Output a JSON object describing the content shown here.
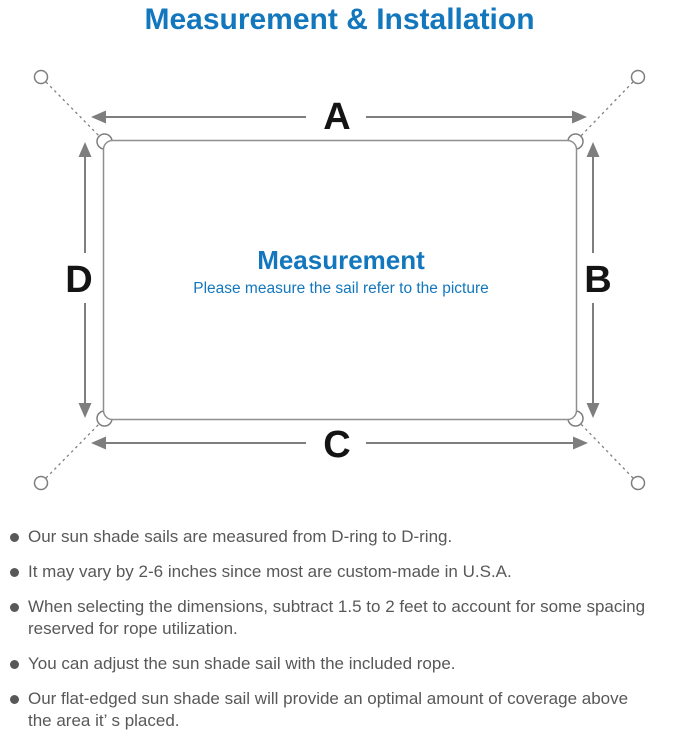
{
  "title": "Measurement & Installation",
  "colors": {
    "accent_blue": "#1377bd",
    "line_gray": "#7e7e7e",
    "sail_outline_gray": "#8f8f8f",
    "label_black": "#141414",
    "note_gray": "#585858"
  },
  "diagram": {
    "edge_labels": {
      "top": "A",
      "right": "B",
      "bottom": "C",
      "left": "D"
    },
    "center": {
      "title": "Measurement",
      "subtitle": "Please measure the sail refer to the picture"
    }
  },
  "notes": [
    {
      "lines": [
        "Our sun shade sails are measured from D-ring to D-ring."
      ]
    },
    {
      "lines": [
        "It may vary by 2-6 inches since most are custom-made in U.S.A."
      ]
    },
    {
      "lines": [
        "When selecting the dimensions, subtract 1.5 to 2 feet to account for some spacing",
        "reserved for rope utilization."
      ]
    },
    {
      "lines": [
        "You can adjust the sun shade sail with the included rope."
      ]
    },
    {
      "lines": [
        "Our flat-edged sun shade sail will provide an optimal amount of coverage above",
        "the area it’ s placed."
      ]
    }
  ]
}
